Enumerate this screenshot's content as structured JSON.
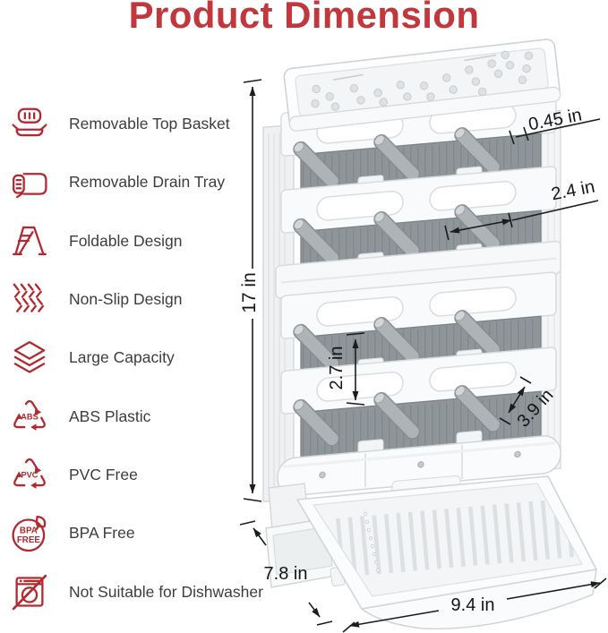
{
  "title": "Product Dimension",
  "theme": {
    "title_color": "#c2373c",
    "icon_color": "#b02b31",
    "text_color": "#3d3d3d",
    "product_gray": "#8f9699",
    "peg_gray": "#aeb3b6"
  },
  "features": [
    {
      "icon": "top-basket-icon",
      "label": "Removable Top Basket"
    },
    {
      "icon": "drain-tray-icon",
      "label": "Removable Drain Tray"
    },
    {
      "icon": "foldable-icon",
      "label": "Foldable Design"
    },
    {
      "icon": "non-slip-icon",
      "label": "Non-Slip Design"
    },
    {
      "icon": "layers-icon",
      "label": "Large Capacity"
    },
    {
      "icon": "abs-recycle-icon",
      "label": "ABS Plastic",
      "badge": "ABS"
    },
    {
      "icon": "pvc-recycle-icon",
      "label": "PVC Free",
      "badge": "PVC"
    },
    {
      "icon": "bpa-free-icon",
      "label": "BPA Free",
      "badge_line1": "BPA",
      "badge_line2": "FREE"
    },
    {
      "icon": "no-dishwasher-icon",
      "label": "Not Suitable for Dishwasher"
    }
  ],
  "dimensions": {
    "peg_diameter": "0.45 in",
    "peg_spacing": "2.4 in",
    "height": "17 in",
    "row_gap": "2.7 in",
    "peg_length": "3.9 in",
    "depth": "7.8 in",
    "width": "9.4 in"
  }
}
